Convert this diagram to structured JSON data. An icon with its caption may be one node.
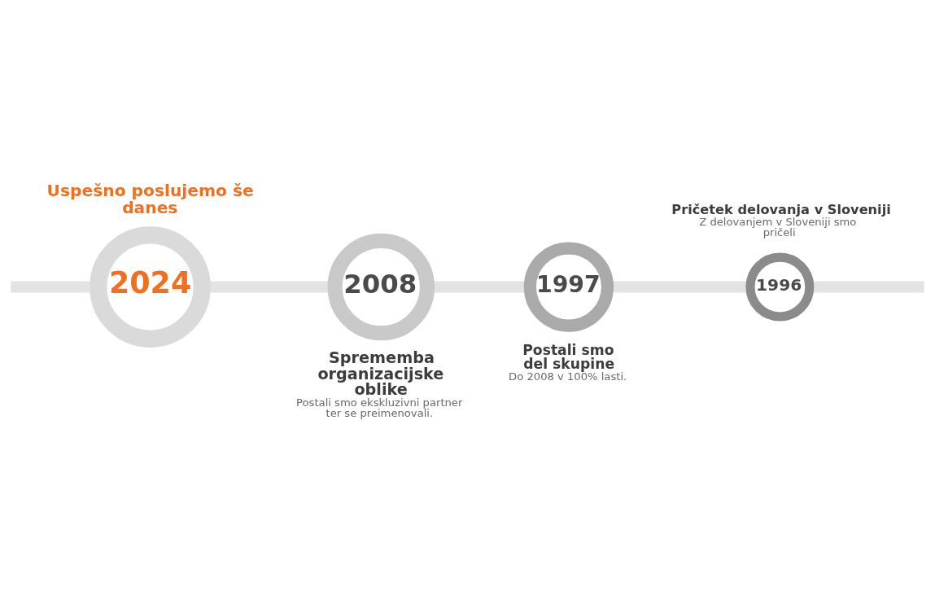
{
  "diagram": {
    "nodes": [
      {
        "text": [
          "1996"
        ],
        "beside": [
          "Pričetek delovanja v Sloveniji",
          "Z delovanjem v Sloveniji smo pričeli"
        ]
      },
      {
        "text": [
          "1997"
        ],
        "beside": [
          "Postali smo del skupine",
          "Do 2008 v 100% lasti."
        ]
      },
      {
        "text": [
          "2008"
        ],
        "beside": [
          "Sprememba organizacijske oblike",
          "Postali smo ekskluzivni partner ter se preimenovali."
        ]
      },
      {
        "text": [
          "2024"
        ],
        "beside": [
          "Uspešno poslujemo še danes"
        ]
      }
    ],
    "edges": [
      {
        "from": null,
        "to": 0,
        "arrow": "none"
      },
      {
        "from": 0,
        "to": 1,
        "arrow": "none"
      },
      {
        "from": 1,
        "to": 2,
        "arrow": "none"
      },
      {
        "from": 2,
        "to": 3,
        "arrow": "none"
      },
      {
        "from": 3,
        "to": null,
        "arrow": "none"
      }
    ]
  }
}
